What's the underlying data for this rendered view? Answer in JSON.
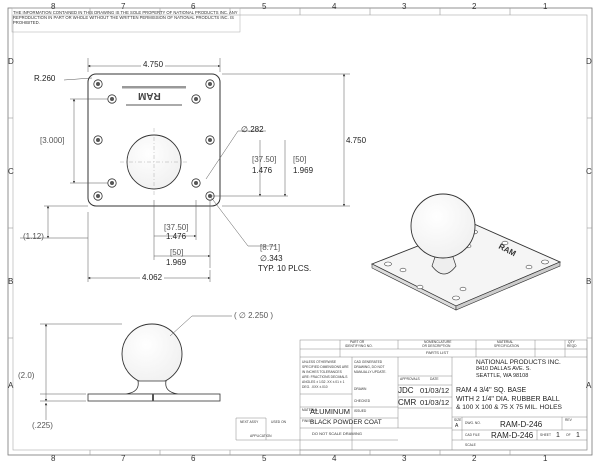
{
  "zones": {
    "top": [
      "8",
      "7",
      "6",
      "5",
      "4",
      "3",
      "2",
      "1"
    ],
    "bottom": [
      "8",
      "7",
      "6",
      "5",
      "4",
      "3",
      "2",
      "1"
    ],
    "left": [
      "D",
      "C",
      "B",
      "A"
    ],
    "right": [
      "D",
      "C",
      "B",
      "A"
    ]
  },
  "notice": "THE INFORMATION CONTAINED IN THIS DRAWING IS THE SOLE PROPERTY OF NATIONAL PRODUCTS INC. ANY REPRODUCTION IN PART OR WHOLE WITHOUT THE WRITTEN PERMISSION OF NATIONAL PRODUCTS INC. IS PROHIBITED.",
  "top_view": {
    "brand": "RAM",
    "dims": {
      "width": "4.750",
      "height": "4.750",
      "radius": "R.260",
      "hole_spacing_y": "3.000",
      "ball_hole": "∅.282",
      "mm_3750_a": "37.50",
      "in_1476_a": "1.476",
      "mm_50_a": "50",
      "in_1969_a": "1.969",
      "mm_3750_b": "37.50",
      "in_1476_b": "1.476",
      "mm_50_b": "50",
      "in_1969_b": "1.969",
      "offset_left": "1.12",
      "overall": "4.062",
      "hole_mm": "8.71",
      "hole_in": "∅.343",
      "hole_note": "TYP. 10 PLCS."
    }
  },
  "side_view": {
    "ball_dia": "∅ 2.250",
    "height": "2.0",
    "thickness": ".225"
  },
  "iso_view": {
    "brand": "RAM"
  },
  "title_block": {
    "part_no_label": "PART OR",
    "identifying_no_label": "IDENTIFYING NO.",
    "nomenclature_label": "NOMENCLATURE",
    "or_description_label": "OR DESCRIPTION",
    "material_spec_label": "MATERIAL",
    "specification_label": "SPECIFICATION",
    "qty_label": "QTY",
    "reqd_label": "REQD",
    "parts_list": "PARTS LIST",
    "tolerances": "UNLESS OTHERWISE SPECIFIED DIMENSIONS ARE IN INCHES TOLERANCES ARE: FRACTIONS DECIMALS ANGLES ± 1/32 .XX ±.01 ± 1 DEG. .XXX ±.010",
    "cad_note": "CAD GENERATED DRAWING, DO NOT MANUALLY UPDATE.",
    "approvals": "APPROVALS",
    "date": "DATE",
    "drawn": "DRAWN",
    "checked": "CHECKED",
    "drawn_by": "JDC",
    "checked_by": "CMR",
    "drawn_date": "01/03/12",
    "checked_date": "01/03/12",
    "issued": "ISSUED",
    "material_label": "MATERIAL",
    "material": "ALUMINUM",
    "finish_label": "FINISH",
    "finish": "BLACK POWDER COAT",
    "no_scale": "DO NOT SCALE DRAWING",
    "next_assy": "NEXT ASSY",
    "used_on": "USED ON",
    "application": "APPLICATION",
    "company": "NATIONAL PRODUCTS INC.",
    "address1": "8410 DALLAS AVE. S.",
    "address2": "SEATTLE, WA 98108",
    "desc1": "RAM 4 3/4\" SQ. BASE",
    "desc2": "WITH 2 1/4\" DIA. RUBBER BALL",
    "desc3": "& 100 X 100 & 75 X 75 MIL. HOLES",
    "size_label": "SIZE",
    "size": "A",
    "dwg_no_label": "DWG. NO.",
    "dwg_no": "RAM-D-246",
    "rev_label": "REV",
    "cad_file_label": "CAD FILE",
    "cad_file": "RAM-D-246",
    "scale_label": "SCALE",
    "sheet_label": "SHEET",
    "sheet": "1",
    "of_label": "OF",
    "of": "1"
  }
}
